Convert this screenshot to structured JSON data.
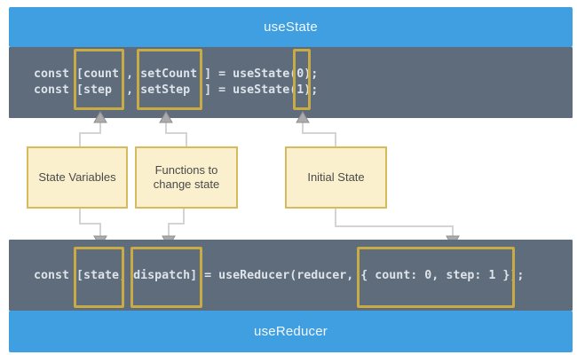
{
  "sections": {
    "useState": {
      "title": "useState",
      "code": [
        "const [count , setCount ] = useState(0);",
        "const [step  , setStep  ] = useState(1);"
      ]
    },
    "useReducer": {
      "title": "useReducer",
      "code": [
        "const [state, dispatch] = useReducer(reducer, { count: 0, step: 1 });"
      ]
    }
  },
  "callouts": [
    {
      "text": "State Variables"
    },
    {
      "text": "Functions to change state"
    },
    {
      "text": "Initial State"
    }
  ],
  "icons": {
    "arrow_up": "arrow-up-icon",
    "arrow_down": "arrow-down-icon"
  },
  "colors": {
    "title_bar_blue": "#3f9fe0",
    "code_bar_gray": "#5e6c7b",
    "code_text": "#dde3e9",
    "highlight_border_yellow": "#c9ab45",
    "callout_fill": "#faf0ce",
    "callout_border": "#d6ba5c",
    "connector_gray": "#d4d4d4",
    "arrowhead_gray": "#ababab",
    "background": "#ffffff"
  }
}
